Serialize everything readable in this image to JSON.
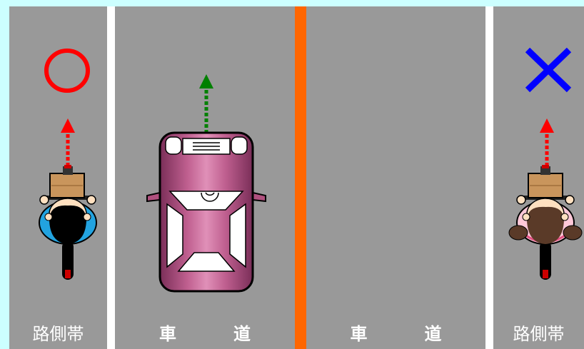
{
  "lanes": {
    "left_shoulder": "路側帯",
    "left_roadway": "車　道",
    "right_roadway": "車　道",
    "right_shoulder": "路側帯"
  },
  "marks": {
    "correct_icon": "circle-mark",
    "wrong_icon": "cross-mark"
  },
  "colors": {
    "background": "#ccffff",
    "road": "#999999",
    "lane_line": "#ffffff",
    "center_line": "#ff6600",
    "correct": "#ff0000",
    "wrong": "#0000ff",
    "bicycle_arrow": "#ff0000",
    "car_arrow": "#008000",
    "car_body": "#b0507e"
  }
}
